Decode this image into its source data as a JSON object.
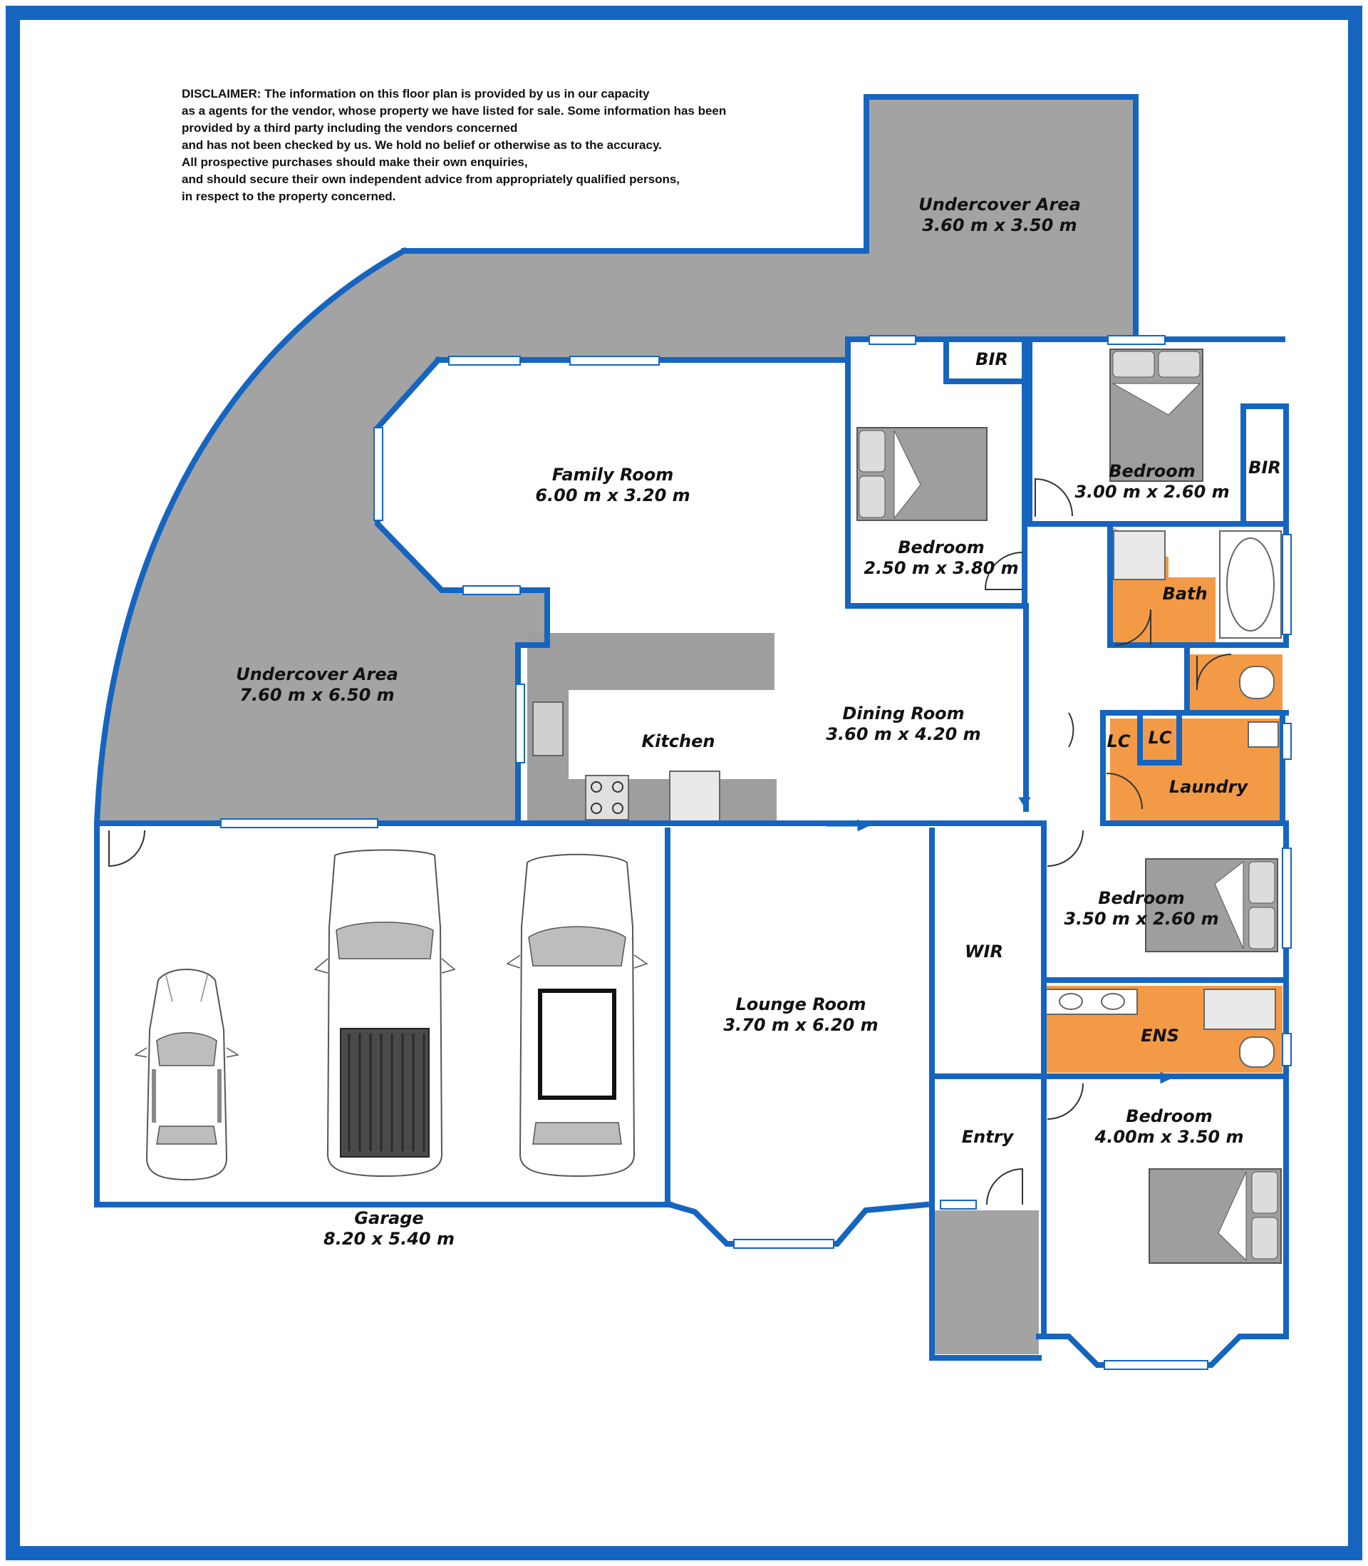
{
  "colors": {
    "frame": "#1565c0",
    "wall": "#1565c0",
    "undercover": "#a3a3a3",
    "wet_area": "#f39a47",
    "fixture": "#9e9e9e"
  },
  "disclaimer": {
    "heading": "DISCLAIMER:",
    "lines": [
      "The information on this floor plan is provided by us in our capacity",
      "as a agents for the vendor, whose property we have listed for sale. Some information has been",
      "provided by a third party including the vendors concerned",
      "and has not been checked by us. We hold no belief or otherwise as to the accuracy.",
      "All prospective purchases should make their own enquiries,",
      "and should secure their own independent advice from appropriately qualified persons,",
      "in respect to the property concerned."
    ]
  },
  "rooms": {
    "undercover_top": {
      "name": "Undercover Area",
      "dims": "3.60 m x 3.50 m"
    },
    "undercover_main": {
      "name": "Undercover Area",
      "dims": "7.60 m x 6.50 m"
    },
    "family_room": {
      "name": "Family Room",
      "dims": "6.00 m x 3.20 m"
    },
    "kitchen": {
      "name": "Kitchen"
    },
    "dining_room": {
      "name": "Dining Room",
      "dims": "3.60 m x 4.20 m"
    },
    "bedroom_a": {
      "name": "Bedroom",
      "dims": "2.50 m x 3.80 m"
    },
    "bir_a": {
      "name": "BIR"
    },
    "bedroom_b": {
      "name": "Bedroom",
      "dims": "3.00 m x 2.60 m"
    },
    "bir_b": {
      "name": "BIR"
    },
    "bath": {
      "name": "Bath"
    },
    "lc_1": {
      "name": "LC"
    },
    "lc_2": {
      "name": "LC"
    },
    "laundry": {
      "name": "Laundry"
    },
    "bedroom_c": {
      "name": "Bedroom",
      "dims": "3.50 m x 2.60 m"
    },
    "wir": {
      "name": "WIR"
    },
    "ens": {
      "name": "ENS"
    },
    "lounge_room": {
      "name": "Lounge Room",
      "dims": "3.70 m x 6.20 m"
    },
    "entry": {
      "name": "Entry"
    },
    "bedroom_d": {
      "name": "Bedroom",
      "dims": "4.00m x 3.50 m"
    },
    "garage": {
      "name": "Garage",
      "dims": "8.20 x 5.40 m"
    }
  }
}
